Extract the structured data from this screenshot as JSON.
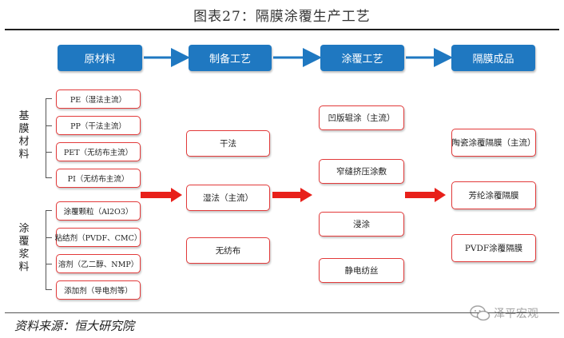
{
  "title": "图表27：隔膜涂覆生产工艺",
  "stages": [
    "原材料",
    "制备工艺",
    "涂覆工艺",
    "隔膜成品"
  ],
  "groups": {
    "base": {
      "label": "基膜材料",
      "items": [
        "PE（湿法主流）",
        "PP（干法主流）",
        "PET（无纺布主流）",
        "PI（无纺布主流）"
      ]
    },
    "slurry": {
      "label": "涂覆浆料",
      "items": [
        "涂覆颗粒（Al2O3）",
        "粘结剂（PVDF、CMC）",
        "溶剂（乙二醇、NMP）",
        "添加剂（导电剂等）"
      ]
    }
  },
  "prep": [
    "干法",
    "湿法（主流）",
    "无纺布"
  ],
  "coating": [
    "凹版辊涂（主流）",
    "窄缝挤压涂敷",
    "浸涂",
    "静电纺丝"
  ],
  "products": [
    "陶瓷涂覆隔膜（主流）",
    "芳纶涂覆隔膜",
    "PVDF涂覆隔膜"
  ],
  "source": "资料来源：恒大研究院",
  "watermark": "泽平宏观",
  "colors": {
    "stage_fill": "#1f78c1",
    "box_border": "#e23a3a",
    "flow_arrow": "#e8201a"
  },
  "icons": {
    "watermark": "wechat-icon"
  }
}
